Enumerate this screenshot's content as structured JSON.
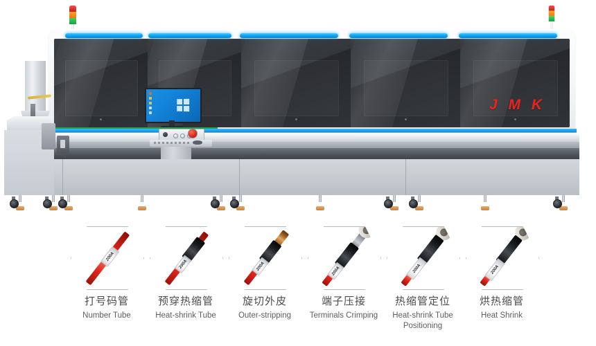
{
  "brand": {
    "logo_text": "J M K",
    "logo_color": "#e8241f"
  },
  "machine": {
    "name": "Automatic Cable Processing Machine",
    "monitor_os": "windows-desktop",
    "bay_count": 5,
    "signal_tower_lamps": [
      "red",
      "amber",
      "green"
    ],
    "accent_led_color": "#0ea7f5",
    "belt_color": "#2ea05a",
    "emergency_stop_color": "#d01f12"
  },
  "process": {
    "steps": [
      {
        "index": 1,
        "zh": "打号码管",
        "en": "Number Tube",
        "label_text": "200A",
        "parts": [
          "red-wire",
          "number-label"
        ]
      },
      {
        "index": 2,
        "zh": "预穿热缩管",
        "en": "Heat-shrink Tube",
        "label_text": "200A",
        "parts": [
          "red-wire",
          "number-label",
          "black-heatshrink-tube"
        ]
      },
      {
        "index": 3,
        "zh": "旋切外皮",
        "en": "Outer-stripping",
        "label_text": "200A",
        "parts": [
          "red-wire",
          "number-label",
          "black-heatshrink-tube",
          "copper-conductor"
        ]
      },
      {
        "index": 4,
        "zh": "端子压接",
        "en": "Terminals Crimping",
        "label_text": "200A",
        "parts": [
          "red-wire",
          "number-label",
          "black-heatshrink-tube",
          "crimp-barrel",
          "ring-terminal"
        ]
      },
      {
        "index": 5,
        "zh": "热缩管定位",
        "en": "Heat-shrink Tube Positioning",
        "label_text": "200A",
        "parts": [
          "red-wire",
          "number-label",
          "black-heatshrink-tube",
          "ring-terminal"
        ]
      },
      {
        "index": 6,
        "zh": "烘热缩管",
        "en": "Heat Shrink",
        "label_text": "200A",
        "parts": [
          "red-wire",
          "number-label",
          "shrunk-tube",
          "ring-terminal"
        ]
      }
    ]
  }
}
